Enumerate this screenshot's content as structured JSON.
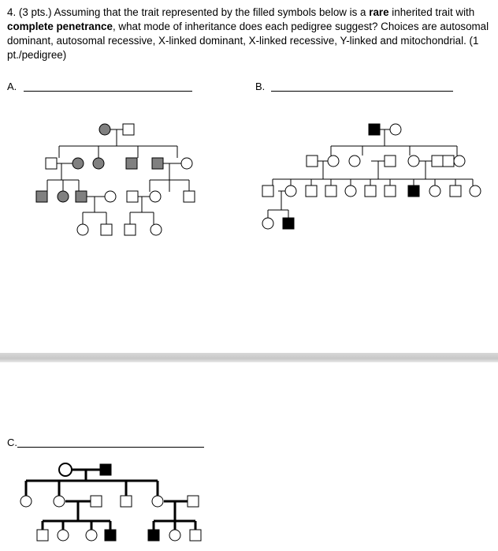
{
  "question": {
    "part1": "4. (3 pts.) Assuming that the trait represented by the filled symbols below is a ",
    "bold1": "rare",
    "part2": " inherited trait with ",
    "bold2": "complete penetrance",
    "part3": ", what mode of inheritance does each pedigree suggest? Choices are autosomal dominant, autosomal recessive, X-linked dominant, X-linked recessive, Y-linked and mitochondrial. (1 pt./pedigree)"
  },
  "labels": {
    "a": "A.",
    "b": "B.",
    "c": "C."
  },
  "legend_note": {
    "male_symbol": "square",
    "female_symbol": "circle",
    "affected": "filled symbol",
    "unaffected": "open symbol"
  },
  "colors": {
    "pedigree_a_affected": "#808080",
    "pedigree_b_affected": "#000000",
    "pedigree_c_affected": "#000000",
    "divider": "#cccccc"
  },
  "pedigrees": {
    "a": {
      "generations": [
        [
          "female-affected",
          "male-unaffected"
        ],
        [
          "male-unaffected",
          "female-affected",
          "female-affected",
          "male-affected",
          "male-affected",
          "female-unaffected"
        ],
        [
          "male-affected",
          "female-affected",
          "male-affected",
          "female-unaffected",
          "male-unaffected",
          "female-unaffected",
          "male-unaffected"
        ],
        [
          "female-unaffected",
          "male-unaffected",
          "male-unaffected",
          "female-unaffected"
        ]
      ]
    },
    "b": {
      "generations": [
        [
          "male-affected",
          "female-unaffected"
        ],
        [
          "male-unaffected",
          "female-unaffected",
          "female-unaffected",
          "male-unaffected",
          "female-unaffected",
          "male-unaffected",
          "male-unaffected",
          "female-unaffected"
        ],
        [
          "male-unaffected",
          "female-unaffected",
          "male-unaffected",
          "male-unaffected",
          "female-unaffected",
          "male-unaffected",
          "male-affected",
          "female-unaffected",
          "male-unaffected",
          "female-unaffected"
        ],
        [
          "female-unaffected",
          "male-affected"
        ]
      ]
    },
    "c": {
      "generations": [
        [
          "female-unaffected",
          "male-affected"
        ],
        [
          "female-unaffected",
          "female-unaffected",
          "male-unaffected",
          "male-unaffected",
          "female-unaffected",
          "male-unaffected"
        ],
        [
          "male-unaffected",
          "female-unaffected",
          "female-unaffected",
          "male-affected",
          "male-affected",
          "female-unaffected",
          "male-unaffected"
        ]
      ]
    }
  }
}
